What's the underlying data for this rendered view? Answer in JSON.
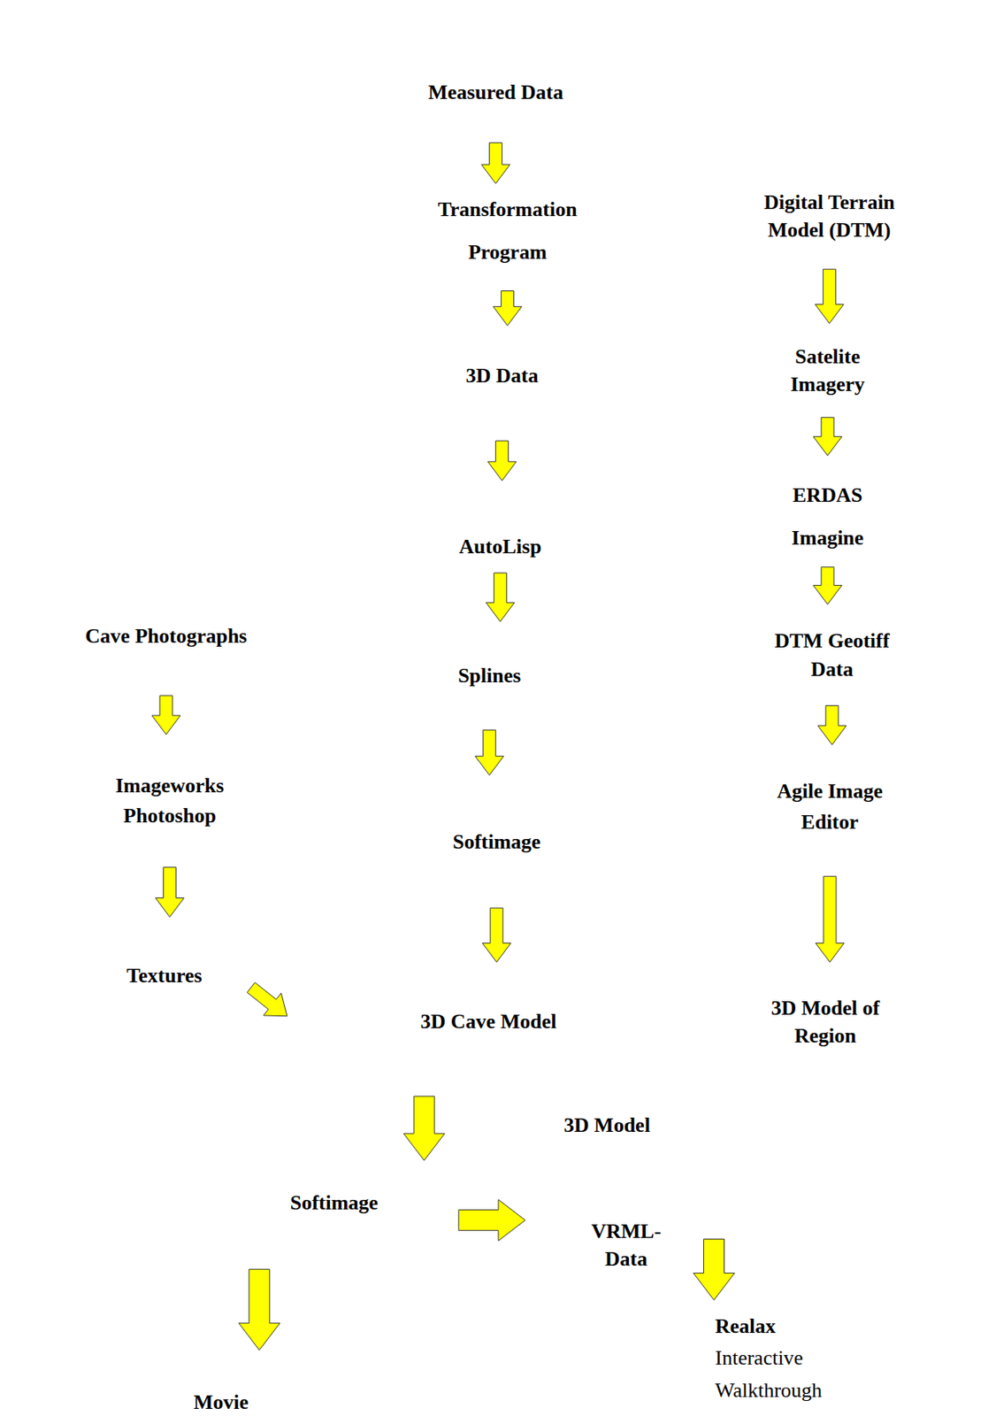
{
  "diagram": {
    "nodes": [
      {
        "text": [
          "Measured Data"
        ]
      },
      {
        "text": [
          "Transformation Program"
        ]
      },
      {
        "text": [
          "Digital Terrain Model (DTM)"
        ]
      },
      {
        "text": [
          "3D Data"
        ]
      },
      {
        "text": [
          "Satelite Imagery"
        ]
      },
      {
        "text": [
          "AutoLisp"
        ]
      },
      {
        "text": [
          "ERDAS Imagine"
        ]
      },
      {
        "text": [
          "Cave Photographs"
        ]
      },
      {
        "text": [
          "Splines"
        ]
      },
      {
        "text": [
          "DTM Geotiff Data"
        ]
      },
      {
        "text": [
          "Imageworks Photoshop"
        ]
      },
      {
        "text": [
          "Softimage"
        ]
      },
      {
        "text": [
          "Agile Image Editor"
        ]
      },
      {
        "text": [
          "Textures"
        ]
      },
      {
        "text": [
          "3D Model"
        ]
      },
      {
        "text": [
          "3D Cave Model"
        ],
        "in": 14
      },
      {
        "text": [
          "3D Model of Region"
        ],
        "in": 14
      },
      {
        "text": [
          "Softimage"
        ]
      },
      {
        "text": [
          "VRML-Data"
        ]
      },
      {
        "text": [
          "Movie"
        ]
      },
      {
        "text": [
          "Realax",
          "Interactive Walkthrough"
        ]
      }
    ],
    "edges": [
      {
        "from": 0,
        "to": 1,
        "arrow": "to"
      },
      {
        "from": 1,
        "to": 3,
        "arrow": "to"
      },
      {
        "from": 3,
        "to": 5,
        "arrow": "to"
      },
      {
        "from": 5,
        "to": 8,
        "arrow": "to"
      },
      {
        "from": 8,
        "to": 11,
        "arrow": "to"
      },
      {
        "from": 11,
        "to": 15,
        "arrow": "to"
      },
      {
        "from": 2,
        "to": 4,
        "arrow": "to"
      },
      {
        "from": 4,
        "to": 6,
        "arrow": "to"
      },
      {
        "from": 6,
        "to": 9,
        "arrow": "to"
      },
      {
        "from": 9,
        "to": 12,
        "arrow": "to"
      },
      {
        "from": 12,
        "to": 16,
        "arrow": "to"
      },
      {
        "from": 7,
        "to": 10,
        "arrow": "to"
      },
      {
        "from": 10,
        "to": 13,
        "arrow": "to"
      },
      {
        "from": 13,
        "to": 14,
        "arrow": "to"
      },
      {
        "from": 14,
        "to": 17,
        "arrow": "to"
      },
      {
        "from": 17,
        "to": 18,
        "arrow": "to"
      },
      {
        "from": 17,
        "to": 19,
        "arrow": "to"
      },
      {
        "from": 18,
        "to": 20,
        "arrow": "to"
      }
    ]
  }
}
